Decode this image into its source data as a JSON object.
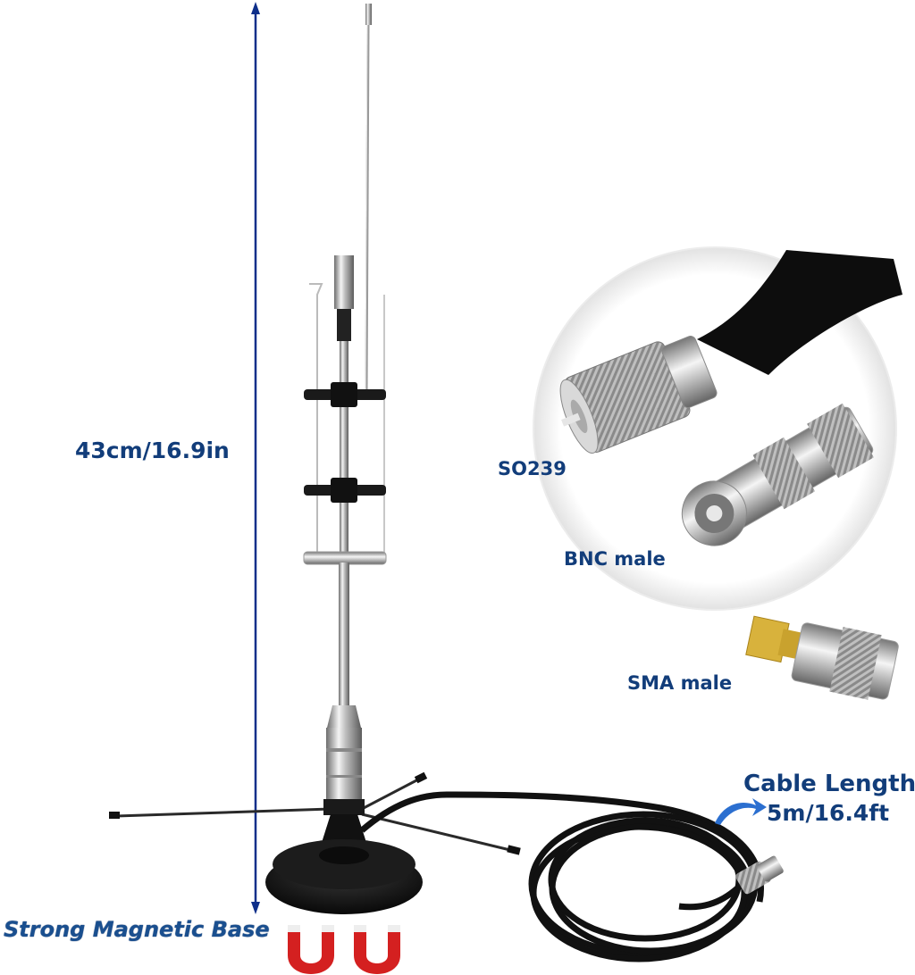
{
  "dimension": {
    "height_label": "43cm/16.9in"
  },
  "connectors": {
    "so239_label": "SO239",
    "bnc_label": "BNC male",
    "sma_label": "SMA male"
  },
  "cable": {
    "title": "Cable Length:",
    "value": "5m/16.4ft"
  },
  "base": {
    "label": "Strong Magnetic Base"
  },
  "colors": {
    "label_text": "#123d7a",
    "dimension_line": "#0e2f8a",
    "magnet": "#d42020"
  },
  "icons": [
    "dimension-arrow",
    "connector-so239",
    "connector-bnc",
    "connector-sma",
    "cable-arrow-icon",
    "magnet-icon"
  ]
}
